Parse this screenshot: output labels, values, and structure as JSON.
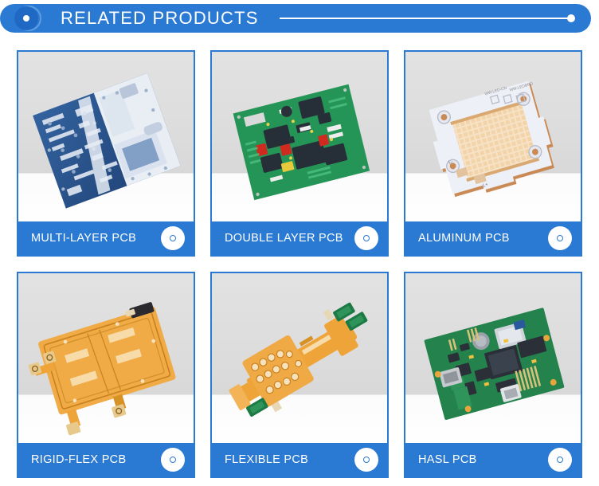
{
  "header": {
    "title": "RELATED PRODUCTS",
    "badge_icon": "dot-circle-icon",
    "rule_endcap_icon": "dot-icon",
    "accent_color": "#2a7ad4"
  },
  "products": [
    {
      "label": "MULTI-LAYER PCB",
      "image_alt": "multi-layer-pcb-photo",
      "button_icon": "circle-outline-icon",
      "board_color": "#2c5d9e",
      "board_accent": "#e8edf4"
    },
    {
      "label": "DOUBLE LAYER PCB",
      "image_alt": "double-layer-pcb-photo",
      "button_icon": "circle-outline-icon",
      "board_color": "#1d8a4e",
      "board_accent": "#26303a"
    },
    {
      "label": "ALUMINUM PCB",
      "image_alt": "aluminum-pcb-photo",
      "button_icon": "circle-outline-icon",
      "board_color": "#e6e9f2",
      "board_accent": "#f0d9b8"
    },
    {
      "label": "RIGID-FLEX PCB",
      "image_alt": "rigid-flex-pcb-photo",
      "button_icon": "circle-outline-icon",
      "board_color": "#f0a030",
      "board_accent": "#c87a16"
    },
    {
      "label": "FLEXIBLE PCB",
      "image_alt": "flexible-pcb-photo",
      "button_icon": "circle-outline-icon",
      "board_color": "#f0a030",
      "board_accent": "#1d7a45"
    },
    {
      "label": "HASL PCB",
      "image_alt": "hasl-pcb-photo",
      "button_icon": "circle-outline-icon",
      "board_color": "#1f7a46",
      "board_accent": "#2b3038"
    }
  ]
}
